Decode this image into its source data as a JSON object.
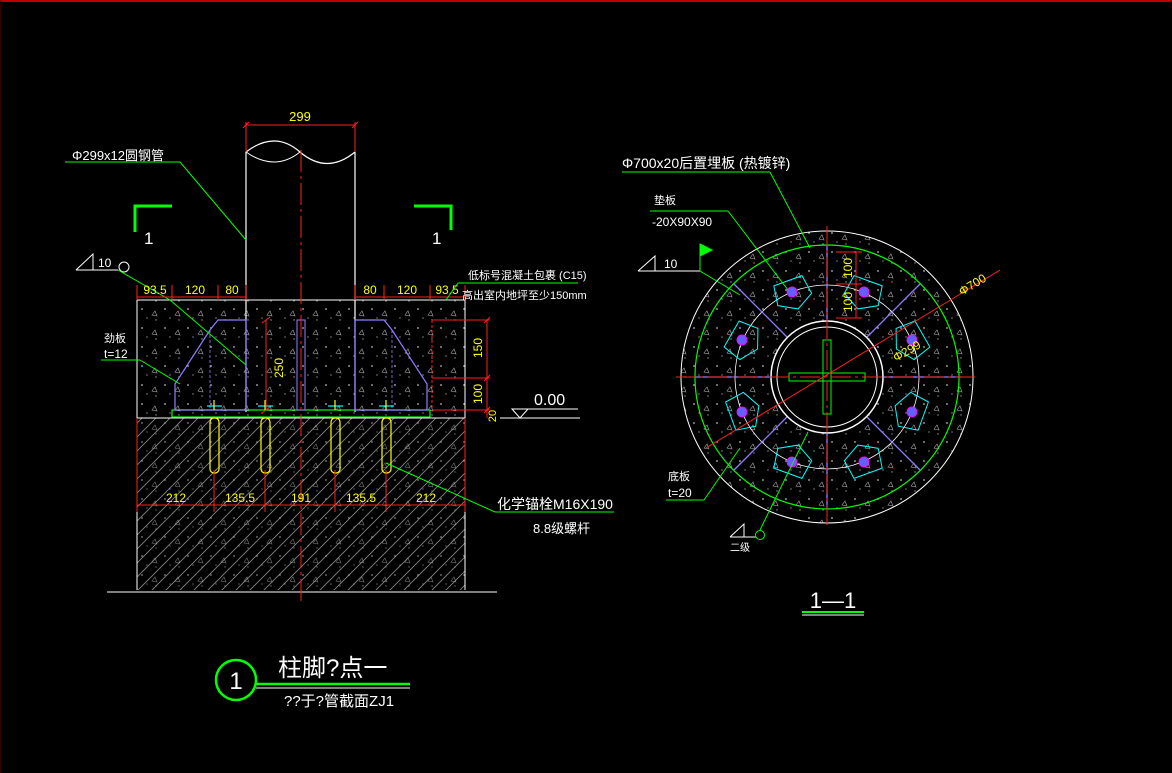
{
  "colors": {
    "background": "#000000",
    "line_white": "#ffffff",
    "dim_red": "#ff2020",
    "leader_green": "#00ff00",
    "text_yellow": "#ffff00",
    "plate_purple": "#8f7fff",
    "cyan": "#00ffff",
    "magenta": "#ff00ff",
    "concrete_gray": "#9a9a9a"
  },
  "elevation": {
    "top_dim": "299",
    "pipe_label": "Φ299x12圆钢管",
    "section_mark_left": "1",
    "section_mark_right": "1",
    "weld_size_left": "10",
    "stiffener_label": "劲板",
    "stiffener_thk": "t=12",
    "concrete_note_line1": "低标号混凝土包裹 (C15)",
    "concrete_note_line2": "高出室内地坪至少150mm",
    "dims_top_left": [
      "93.5",
      "120",
      "80"
    ],
    "dims_top_right": [
      "80",
      "120",
      "93.5"
    ],
    "dim_250": "250",
    "dim_150": "150",
    "dim_100": "100",
    "dim_20": "20",
    "level_mark": "0.00",
    "dims_bottom": [
      "212",
      "135.5",
      "191",
      "135.5",
      "212"
    ],
    "anchor_label": "化学锚栓M16X190",
    "anchor_grade": "8.8级螺杆"
  },
  "section": {
    "plate_label": "Φ700x20后置埋板 (热镀锌)",
    "pad_label": "垫板",
    "pad_size": "-20X90X90",
    "weld_size": "10",
    "dim_100_a": "100",
    "dim_100_b": "100",
    "dia_700": "Φ700",
    "dia_299": "Φ299",
    "base_label": "底板",
    "base_thk": "t=20",
    "weld_grade": "二级",
    "title": "1—1"
  },
  "title_block": {
    "number": "1",
    "title": "柱脚?点一",
    "subtitle": "??于?管截面ZJ1"
  }
}
